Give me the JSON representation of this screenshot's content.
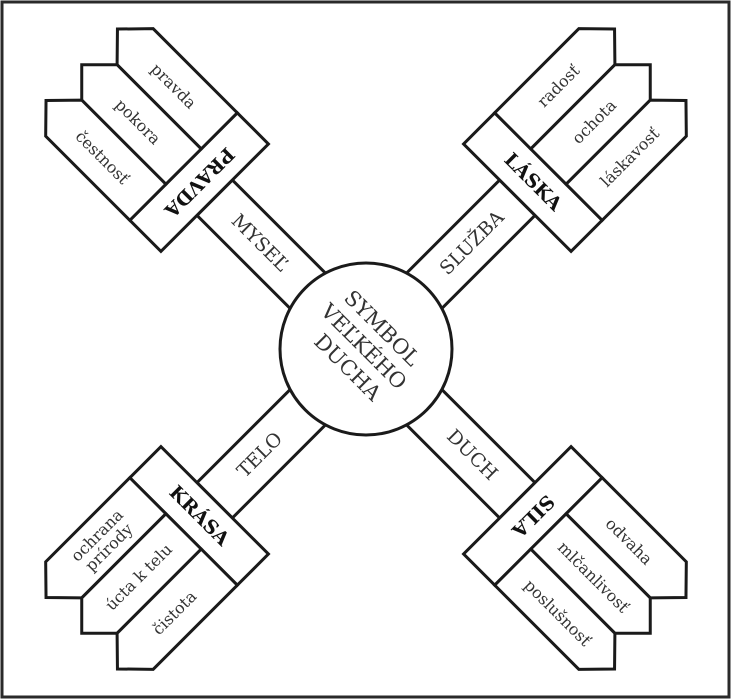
{
  "center": {
    "lines": [
      "SYMBOL",
      "VEĽKÉHO",
      "DUCHA"
    ]
  },
  "arms": [
    {
      "id": "nw",
      "title": "PRAVDA",
      "spoke": "MYSEĽ",
      "virtues": [
        [
          "pravda"
        ],
        [
          "pokora"
        ],
        [
          "čestnosť"
        ]
      ]
    },
    {
      "id": "ne",
      "title": "LÁSKA",
      "spoke": "SLUŽBA",
      "virtues": [
        [
          "radosť"
        ],
        [
          "ochota"
        ],
        [
          "láskavosť"
        ]
      ]
    },
    {
      "id": "se",
      "title": "SILA",
      "spoke": "DUCH",
      "virtues": [
        [
          "odvaha"
        ],
        [
          "mlčanlivosť"
        ],
        [
          "poslušnosť"
        ]
      ]
    },
    {
      "id": "sw",
      "title": "KRÁSA",
      "spoke": "TELO",
      "virtues": [
        [
          "ochrana",
          "prírody"
        ],
        [
          "úcta k telu"
        ],
        [
          "čistota"
        ]
      ]
    }
  ]
}
